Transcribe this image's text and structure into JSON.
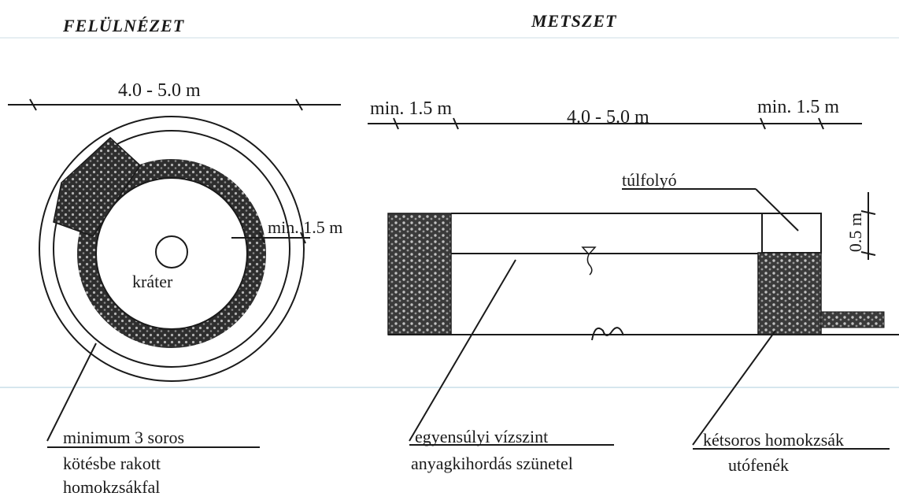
{
  "headings": {
    "top_view": "FELÜLNÉZET",
    "section": "METSZET"
  },
  "top_view": {
    "diameter": "4.0 - 5.0 m",
    "ring_width": "min. 1.5 m",
    "crater": "kráter",
    "wall_note": [
      "minimum 3 soros",
      "kötésbe rakott",
      "homokzsákfal"
    ]
  },
  "section": {
    "left_width": "min. 1.5 m",
    "center_width": "4.0 - 5.0 m",
    "right_width": "min. 1.5 m",
    "overflow": "túlfolyó",
    "height": "0.5 m",
    "water_note": [
      "egyensúlyi vízszint",
      "anyagkihordás szünetel"
    ],
    "sandbag_note": [
      "kétsoros homokzsák",
      "utófenék"
    ]
  },
  "colors": {
    "ink": "#1a1a1a",
    "sandbag": "#3a3a3a",
    "guideline": "#d6e6ee"
  }
}
